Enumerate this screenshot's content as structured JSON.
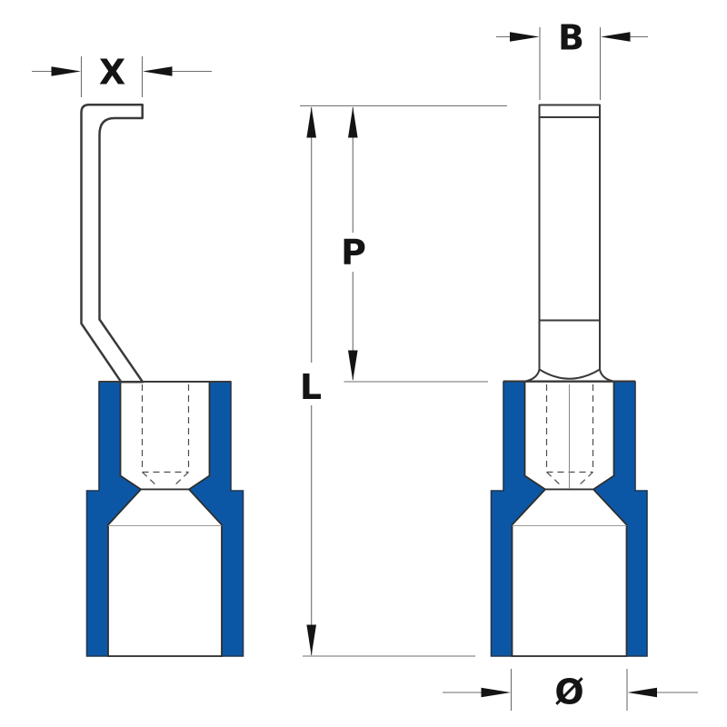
{
  "drawing": {
    "kind": "terminal-dimension-diagram",
    "views": [
      {
        "id": "left",
        "name": "hook-blade-terminal-side-view"
      },
      {
        "id": "right",
        "name": "pin-terminal-front-view"
      }
    ],
    "colors": {
      "insulation": "#0C57A5",
      "outline": "#3A3A3A",
      "dimension_line": "#6E6E6E",
      "label": "#141414",
      "background": "#FFFFFF"
    },
    "dimensions": {
      "x": {
        "label": "X"
      },
      "b": {
        "label": "B"
      },
      "p": {
        "label": "P"
      },
      "l": {
        "label": "L"
      },
      "diameter": {
        "label": "Ø"
      }
    }
  }
}
